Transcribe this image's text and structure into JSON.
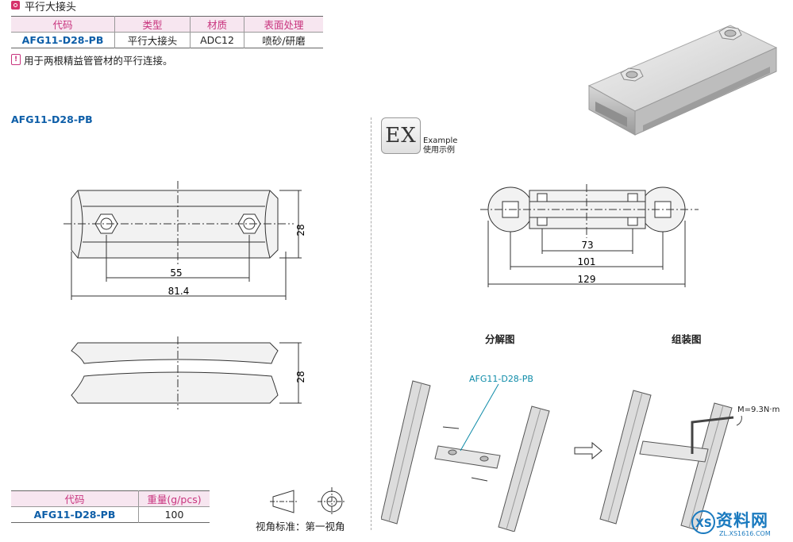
{
  "header": {
    "title": "平行大接头"
  },
  "spec_table": {
    "columns": [
      "代码",
      "类型",
      "材质",
      "表面处理"
    ],
    "rows": [
      [
        "AFG11-D28-PB",
        "平行大接头",
        "ADC12",
        "喷砂/研磨"
      ]
    ]
  },
  "note": {
    "icon": "!",
    "text": "用于两根精益管管材的平行连接。"
  },
  "part_title": "AFG11-D28-PB",
  "drawing_top": {
    "dim_width_inner": "55",
    "dim_width_total": "81.4",
    "dim_height": "28"
  },
  "drawing_side": {
    "dim_height": "28"
  },
  "example": {
    "badge": "EX",
    "label_en": "Example",
    "label_cn": "使用示例",
    "dim_inner": "73",
    "dim_mid": "101",
    "dim_total": "129"
  },
  "assembly": {
    "exploded_title": "分解图",
    "assembled_title": "组装图",
    "part_label": "AFG11-D28-PB",
    "torque": "M=9.3N·m"
  },
  "weight_table": {
    "columns": [
      "代码",
      "重量(g/pcs)"
    ],
    "rows": [
      [
        "AFG11-D28-PB",
        "100"
      ]
    ]
  },
  "view_standard": "视角标准：第一视角",
  "watermark": {
    "text": "资料网",
    "url": "ZL.XS1616.COM"
  },
  "colors": {
    "accent_pink": "#c8347e",
    "code_blue": "#0d5ea8",
    "header_bg": "#f7e6f0"
  }
}
